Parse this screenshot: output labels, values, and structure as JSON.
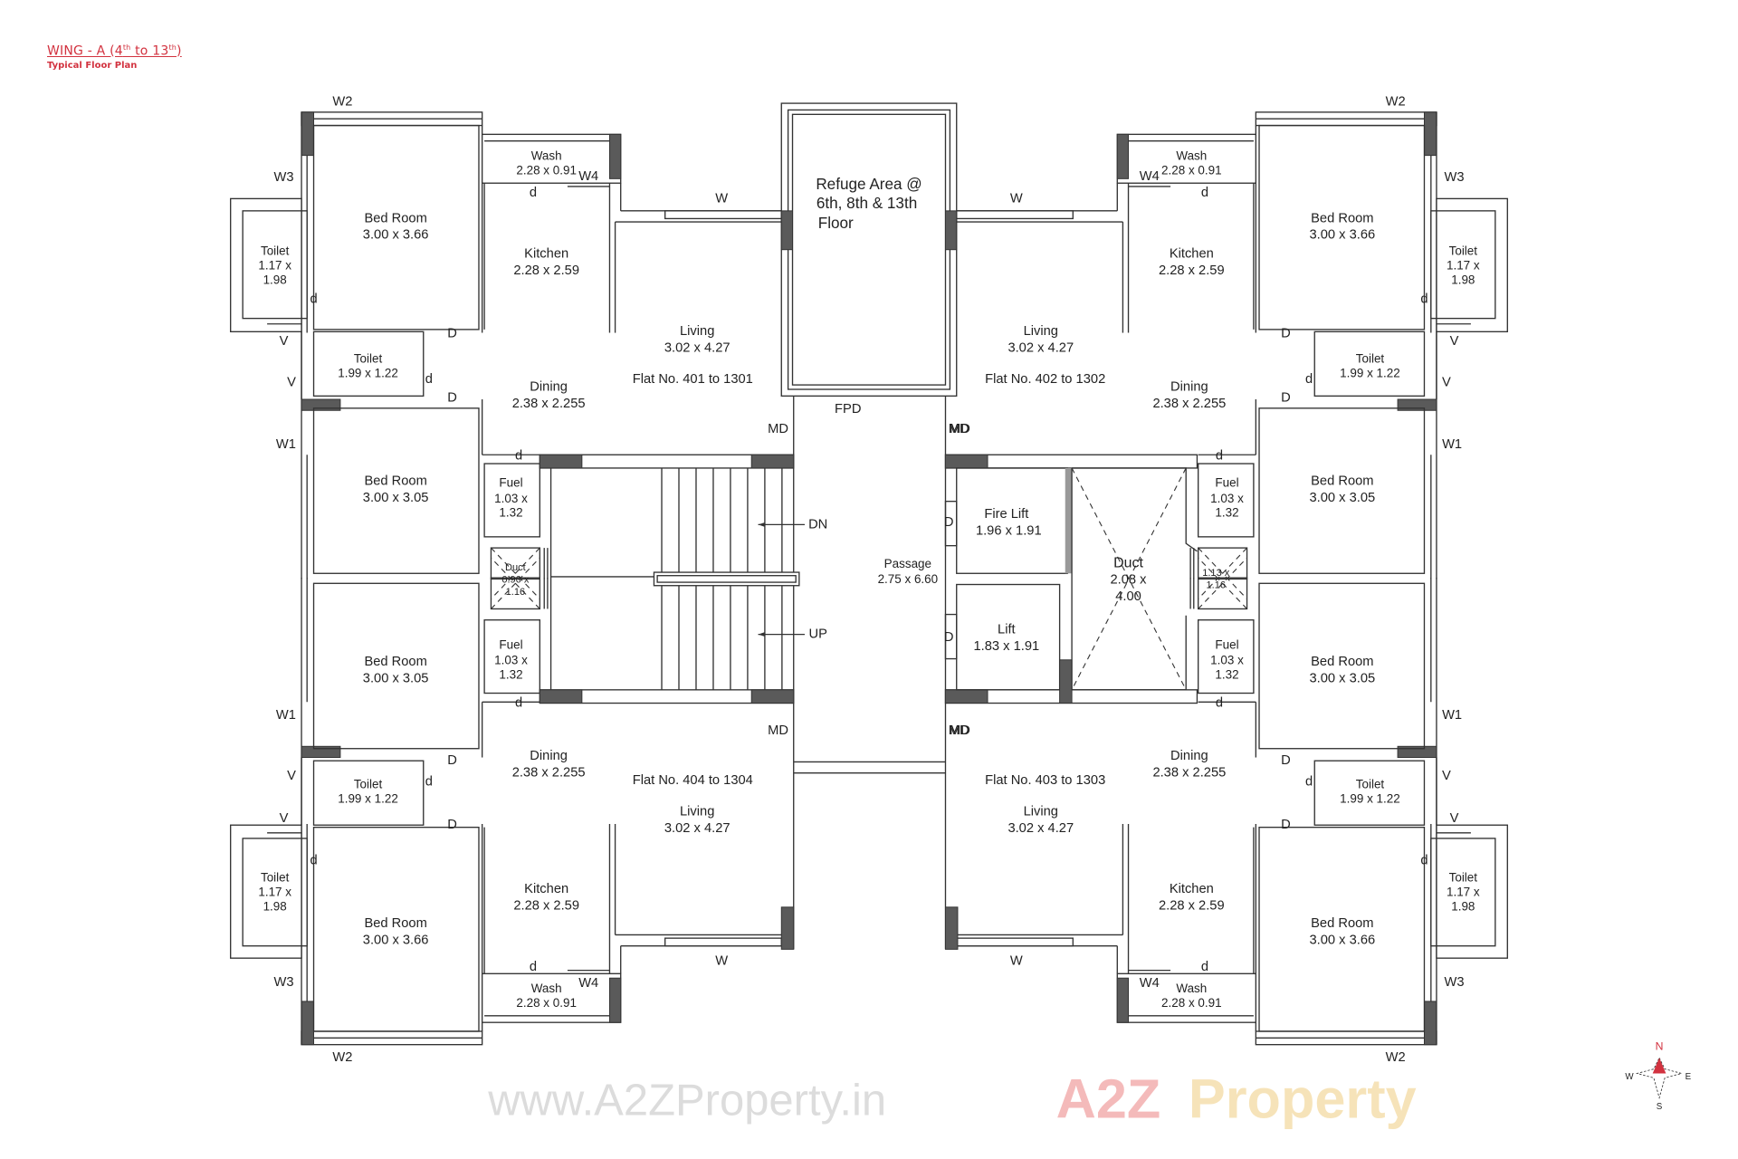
{
  "header": {
    "title_prefix": "WING - A (4",
    "title_sup1": "th",
    "title_mid": " to 13",
    "title_sup2": "th",
    "title_suffix": ")",
    "subtitle": "Typical Floor Plan",
    "accent_color": "#d2323f"
  },
  "tags": {
    "W": "W",
    "W1": "W1",
    "W2": "W2",
    "W3": "W3",
    "W4": "W4",
    "V": "V",
    "D": "D",
    "d": "d",
    "MD": "MD"
  },
  "flats": {
    "f401": {
      "flat_no": "Flat No. 401 to 1301",
      "bed_a": {
        "name": "Bed Room",
        "dims": "3.00 x 3.66"
      },
      "bed_b": {
        "name": "Bed Room",
        "dims": "3.00 x 3.05"
      },
      "toilet_a": {
        "name": "Toilet",
        "dims1": "1.17 x",
        "dims2": "1.98"
      },
      "toilet_b": {
        "name": "Toilet",
        "dims": "1.99 x 1.22"
      },
      "kitchen": {
        "name": "Kitchen",
        "dims": "2.28 x 2.59"
      },
      "wash": {
        "name": "Wash",
        "dims": "2.28 x 0.91"
      },
      "living": {
        "name": "Living",
        "dims": "3.02 x 4.27"
      },
      "dining": {
        "name": "Dining",
        "dims": "2.38 x 2.255"
      },
      "fuel": {
        "name": "Fuel",
        "dims1": "1.03 x",
        "dims2": "1.32"
      }
    },
    "f402": {
      "flat_no": "Flat No. 402 to 1302",
      "bed_a": {
        "name": "Bed Room",
        "dims": "3.00 x 3.66"
      },
      "bed_b": {
        "name": "Bed Room",
        "dims": "3.00 x 3.05"
      },
      "toilet_a": {
        "name": "Toilet",
        "dims1": "1.17 x",
        "dims2": "1.98"
      },
      "toilet_b": {
        "name": "Toilet",
        "dims": "1.99 x 1.22"
      },
      "kitchen": {
        "name": "Kitchen",
        "dims": "2.28 x 2.59"
      },
      "wash": {
        "name": "Wash",
        "dims": "2.28 x 0.91"
      },
      "living": {
        "name": "Living",
        "dims": "3.02 x 4.27"
      },
      "dining": {
        "name": "Dining",
        "dims": "2.38 x 2.255"
      },
      "fuel": {
        "name": "Fuel",
        "dims1": "1.03 x",
        "dims2": "1.32"
      }
    },
    "f403": {
      "flat_no": "Flat No. 403 to 1303",
      "bed_a": {
        "name": "Bed Room",
        "dims": "3.00 x 3.66"
      },
      "bed_b": {
        "name": "Bed Room",
        "dims": "3.00 x 3.05"
      },
      "toilet_a": {
        "name": "Toilet",
        "dims1": "1.17 x",
        "dims2": "1.98"
      },
      "toilet_b": {
        "name": "Toilet",
        "dims": "1.99 x 1.22"
      },
      "kitchen": {
        "name": "Kitchen",
        "dims": "2.28 x 2.59"
      },
      "wash": {
        "name": "Wash",
        "dims": "2.28 x 0.91"
      },
      "living": {
        "name": "Living",
        "dims": "3.02 x 4.27"
      },
      "dining": {
        "name": "Dining",
        "dims": "2.38 x 2.255"
      },
      "fuel": {
        "name": "Fuel",
        "dims1": "1.03 x",
        "dims2": "1.32"
      }
    },
    "f404": {
      "flat_no": "Flat No. 404 to 1304",
      "bed_a": {
        "name": "Bed Room",
        "dims": "3.00 x 3.66"
      },
      "bed_b": {
        "name": "Bed Room",
        "dims": "3.00 x 3.05"
      },
      "toilet_a": {
        "name": "Toilet",
        "dims1": "1.17 x",
        "dims2": "1.98"
      },
      "toilet_b": {
        "name": "Toilet",
        "dims": "1.99 x 1.22"
      },
      "kitchen": {
        "name": "Kitchen",
        "dims": "2.28 x 2.59"
      },
      "wash": {
        "name": "Wash",
        "dims": "2.28 x 0.91"
      },
      "living": {
        "name": "Living",
        "dims": "3.02 x 4.27"
      },
      "dining": {
        "name": "Dining",
        "dims": "2.38 x 2.255"
      },
      "fuel": {
        "name": "Fuel",
        "dims1": "1.03 x",
        "dims2": "1.32"
      }
    }
  },
  "core": {
    "refuge_line1": "Refuge Area @",
    "refuge_line2": "6th, 8th   & 13th",
    "refuge_line3": "Floor",
    "fpd": "FPD",
    "passage_name": "Passage",
    "passage_dims": "2.75 x 6.60",
    "fire_lift_name": "Fire Lift",
    "fire_lift_dims": "1.96 x 1.91",
    "lift_name": "Lift",
    "lift_dims": "1.83 x 1.91",
    "duct_name": "Duct",
    "duct_dims1": "2.08 x",
    "duct_dims2": "4.00",
    "small_duct_name": "Duct",
    "small_duct_dims1": "0.90 x",
    "small_duct_dims2": "1.16",
    "right_small_duct_dims1": "1.13 x",
    "right_small_duct_dims2": "1.16",
    "stair_down": "DN",
    "stair_up": "UP"
  },
  "watermark": {
    "url": "www.A2ZProperty.in",
    "logo_a": "A2Z",
    "logo_b": "Property"
  },
  "compass": {
    "n": "N",
    "e": "E",
    "s": "S",
    "w": "W",
    "north_color": "#d2323f"
  }
}
